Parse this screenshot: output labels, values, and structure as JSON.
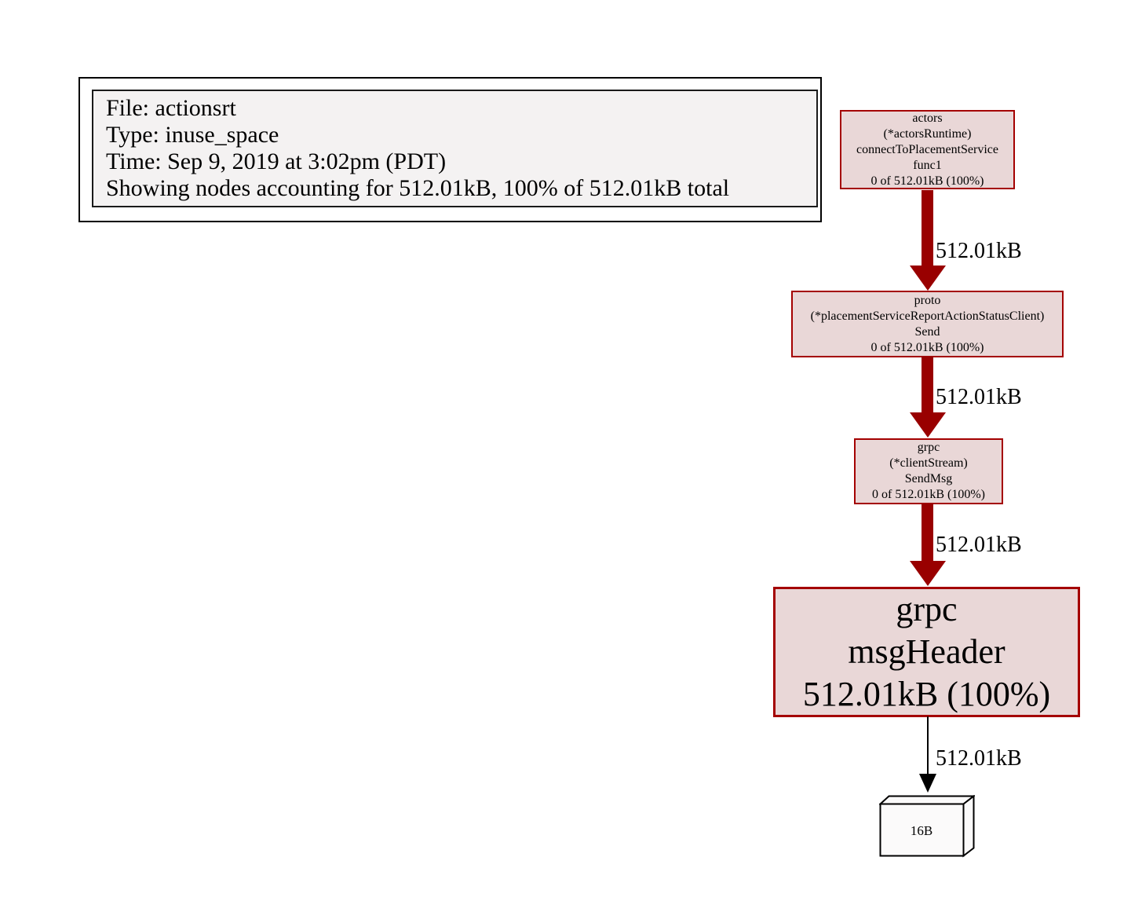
{
  "legend": {
    "lines": [
      "File: actionsrt",
      "Type: inuse_space",
      "Time: Sep 9, 2019 at 3:02pm (PDT)",
      "Showing nodes accounting for 512.01kB, 100% of 512.01kB total"
    ]
  },
  "nodes": {
    "actors": {
      "lines": [
        "actors",
        "(*actorsRuntime)",
        "connectToPlacementService",
        "func1",
        "0 of 512.01kB (100%)"
      ]
    },
    "proto": {
      "lines": [
        "proto",
        "(*placementServiceReportActionStatusClient)",
        "Send",
        "0 of 512.01kB (100%)"
      ]
    },
    "grpc_stream": {
      "lines": [
        "grpc",
        "(*clientStream)",
        "SendMsg",
        "0 of 512.01kB (100%)"
      ]
    },
    "grpc_msgheader": {
      "lines": [
        "grpc",
        "msgHeader",
        "512.01kB (100%)"
      ]
    },
    "leaf": {
      "label": "16B"
    }
  },
  "edges": {
    "actors_to_proto": {
      "label": "512.01kB"
    },
    "proto_to_grpc_stream": {
      "label": "512.01kB"
    },
    "grpc_stream_to_msgheader": {
      "label": "512.01kB"
    },
    "msgheader_to_leaf": {
      "label": "512.01kB"
    }
  },
  "colors": {
    "node_fill": "#e9d7d7",
    "node_border": "#a40000",
    "thick_edge": "#990000",
    "thin_edge": "#000000",
    "legend_fill": "#f4f2f2"
  }
}
